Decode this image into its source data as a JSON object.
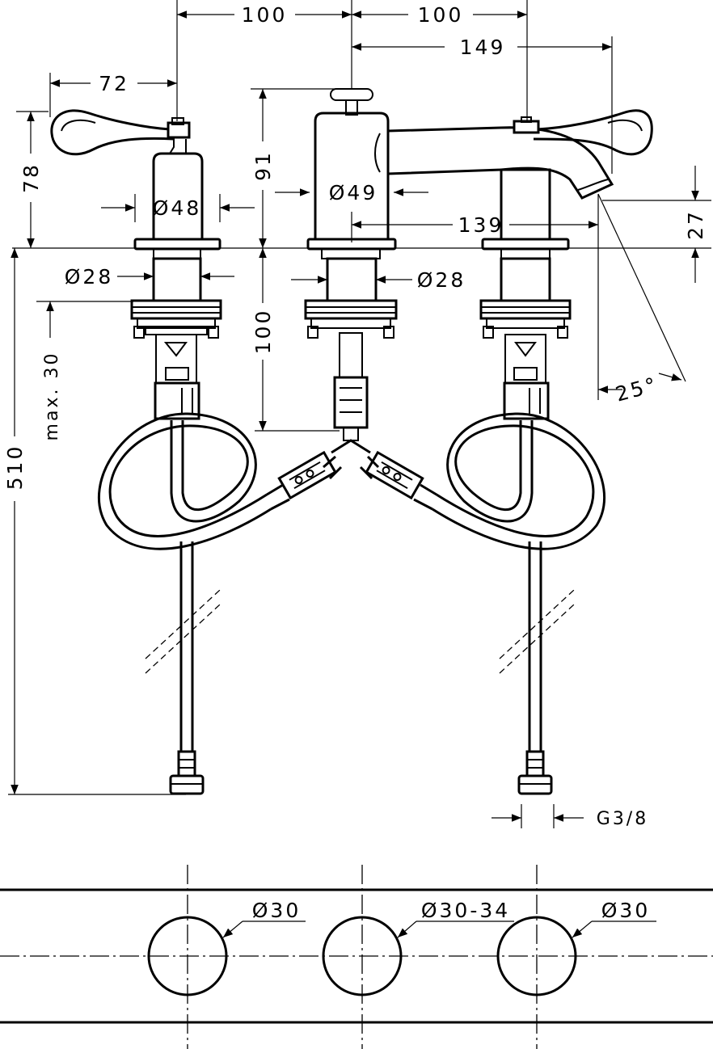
{
  "drawing": {
    "dimensions": {
      "d_100_left": "100",
      "d_100_right": "100",
      "d_149": "149",
      "d_72": "72",
      "d_78": "78",
      "d_91": "91",
      "d_dia48": "Ø48",
      "d_dia49": "Ø49",
      "d_139": "139",
      "d_27": "27",
      "d_dia28_left": "Ø28",
      "d_dia28_right": "Ø28",
      "d_max30": "max. 30",
      "d_100_vert": "100",
      "d_510": "510",
      "d_25deg": "25°",
      "d_g38": "G3/8",
      "d_hole_left": "Ø30",
      "d_hole_mid": "Ø30-34",
      "d_hole_right": "Ø30"
    }
  }
}
